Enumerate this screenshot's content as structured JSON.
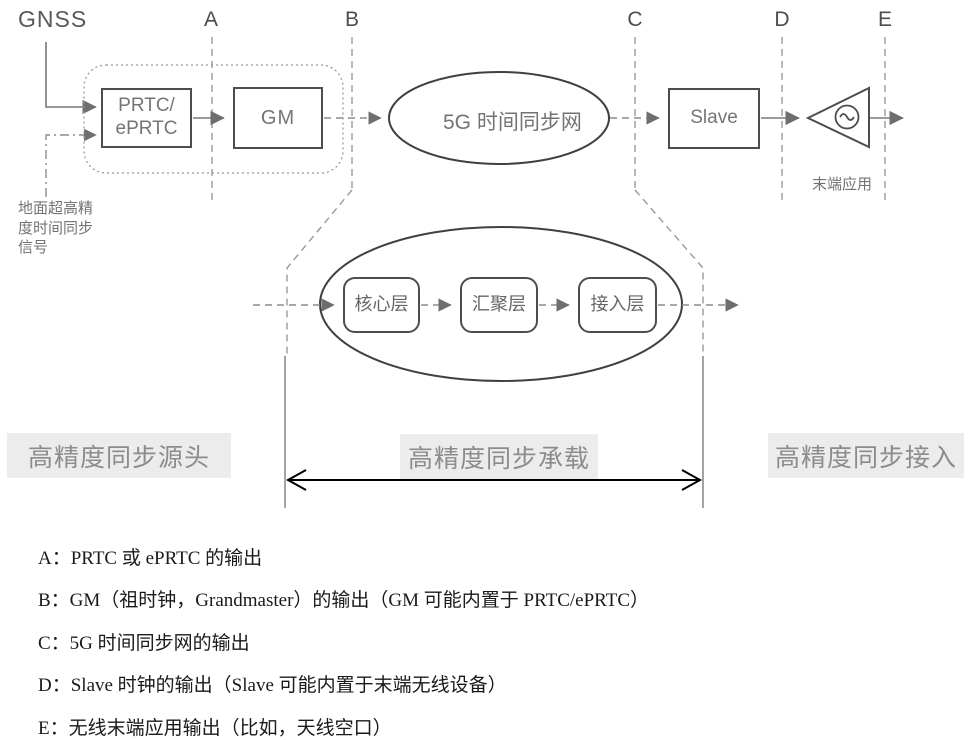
{
  "diagram": {
    "gnss_label": "GNSS",
    "markers": {
      "a": "A",
      "b": "B",
      "c": "C",
      "d": "D",
      "e": "E"
    },
    "nodes": {
      "prtc": "PRTC/\nePRTC",
      "gm": "GM",
      "sync_network": "5G 时间同步网",
      "slave": "Slave",
      "core_layer": "核心层",
      "aggregation_layer": "汇聚层",
      "access_layer": "接入层"
    },
    "terminal_app_label": "末端应用",
    "ground_signal_label": "地面超高精\n度时间同步\n信号",
    "stage_labels": {
      "source": "高精度同步源头",
      "bearer": "高精度同步承载",
      "access": "高精度同步接入"
    },
    "icons": {
      "clock": "sine-wave-in-circle",
      "amplifier": "left-pointing-triangle"
    }
  },
  "legend": {
    "a": "A：PRTC 或 ePRTC 的输出",
    "b": "B：GM（祖时钟，Grandmaster）的输出（GM 可能内置于 PRTC/ePRTC）",
    "c": "C：5G 时间同步网的输出",
    "d": "D：Slave 时钟的输出（Slave 可能内置于末端无线设备）",
    "e": "E：无线末端应用输出（比如，天线空口）"
  },
  "colors": {
    "guide_line": "#999999",
    "connector": "#787878",
    "box_border": "#4d4d4d",
    "ellipse_border": "#404040",
    "node_text": "#757575",
    "stage_bg": "#ececec",
    "stage_text": "#8c8c8c",
    "legend_text": "#1a1a1a",
    "span_arrow": "#000000"
  }
}
